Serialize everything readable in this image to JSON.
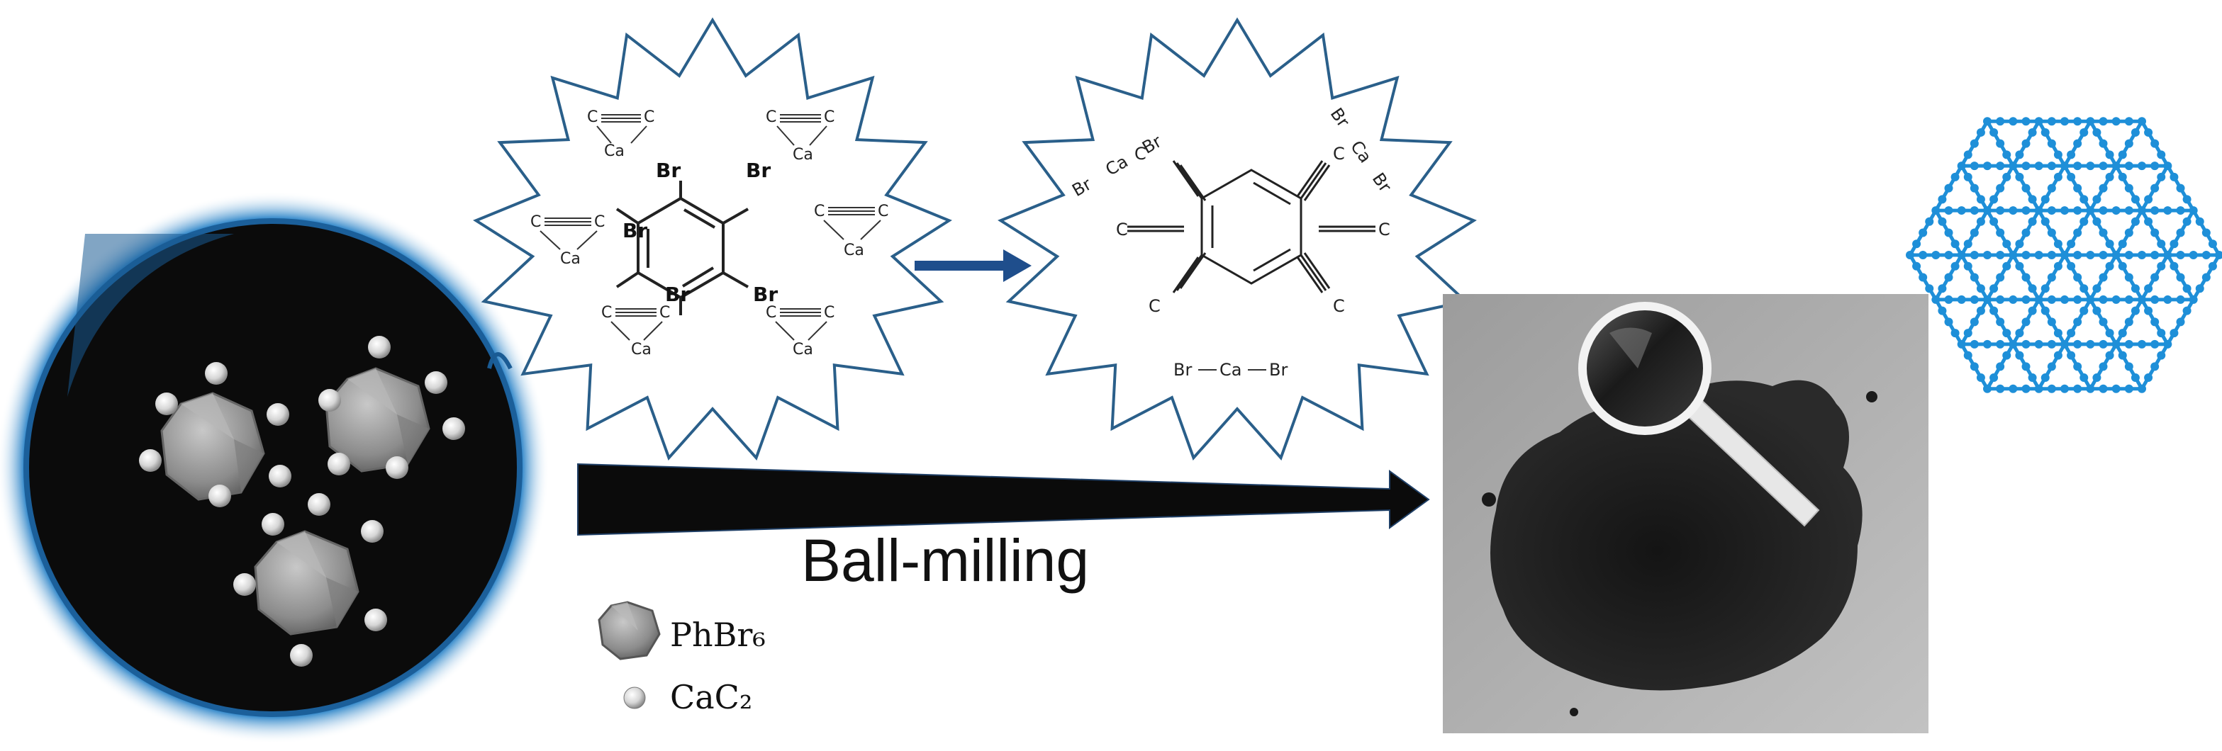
{
  "reaction": {
    "caption": "Ball-milling"
  },
  "reactant_molecule": {
    "br_label": "Br",
    "c_label": "C",
    "ca_label": "Ca"
  },
  "product_molecule": {
    "br_label": "Br",
    "ca_label": "Ca",
    "c_label": "C",
    "bridge_text": "Br–Ca–Br"
  },
  "legend": {
    "phbr6_label": "PhBr₆",
    "cac2_label": "CaC₂"
  },
  "colors": {
    "burst_outline": "#2a5f8a",
    "arrow_blue": "#1f4e8c",
    "milling_arrow": "#0b0b0b",
    "jar_blue": "#1d6fb3",
    "network_blue": "#1e8fd8"
  }
}
